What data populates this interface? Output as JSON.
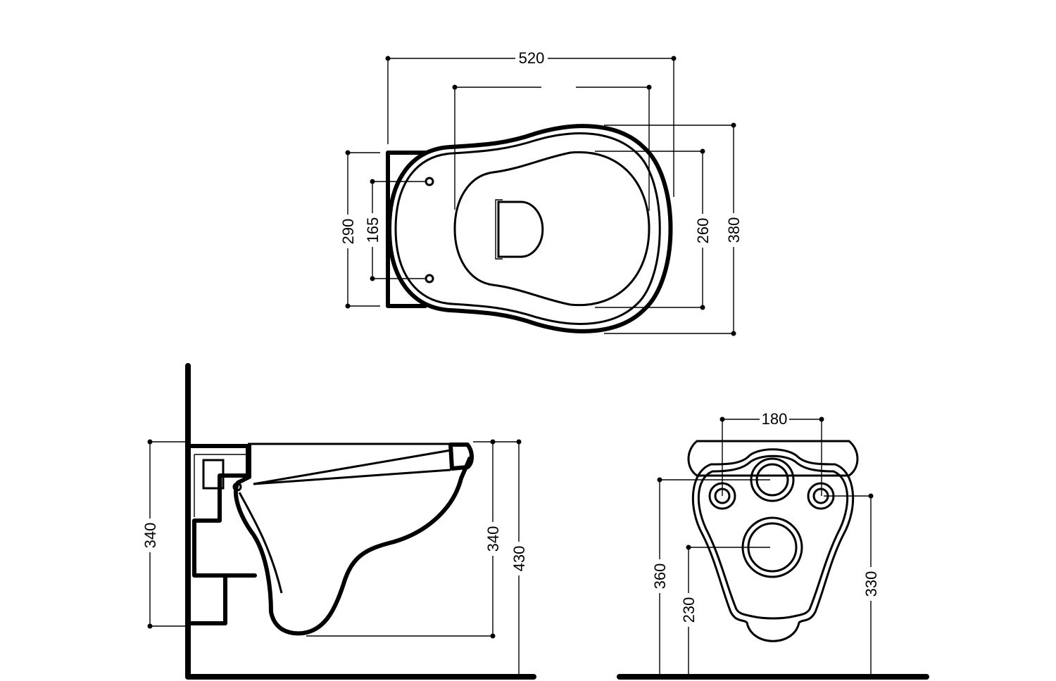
{
  "top_view": {
    "dim_width": "520",
    "dim_outer_height": "380",
    "dim_bowl_height": "260",
    "dim_bracket_height": "290",
    "dim_hole_spacing": "165"
  },
  "side_view": {
    "dim_left_height": "340",
    "dim_right_height": "340",
    "dim_total_height": "430"
  },
  "rear_view": {
    "dim_bolt_spacing": "180",
    "dim_inlet_height": "360",
    "dim_outlet_height": "230",
    "dim_bolt_height": "330"
  }
}
